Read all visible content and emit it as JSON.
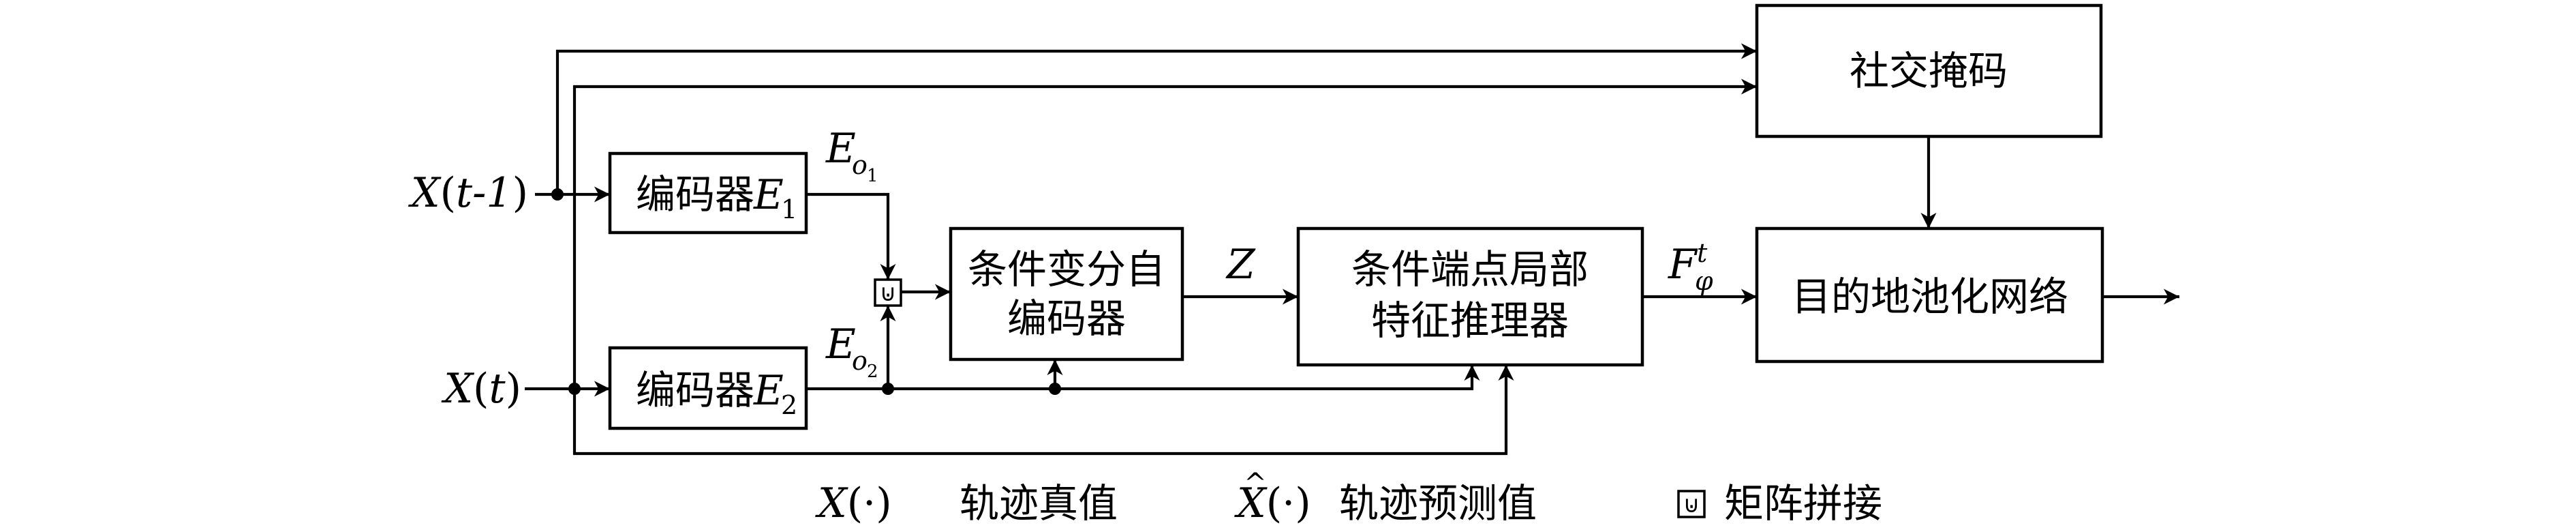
{
  "inputs": {
    "prev": {
      "func": "X",
      "open": "(",
      "arg": "t-1",
      "close": ")"
    },
    "curr": {
      "func": "X",
      "open": "(",
      "arg": "t",
      "close": ")"
    }
  },
  "blocks": {
    "encoder1": {
      "label": "编码器",
      "sym": "E",
      "sub": "1"
    },
    "encoder2": {
      "label": "编码器",
      "sym": "E",
      "sub": "2"
    },
    "cvae": {
      "line1": "条件变分自",
      "line2": "编码器"
    },
    "endpoint": {
      "line1": "条件端点局部",
      "line2": "特征推理器"
    },
    "social_mask": {
      "label": "社交掩码"
    },
    "pooling": {
      "label": "目的地池化网络"
    }
  },
  "signals": {
    "eo1": {
      "sym": "E",
      "sub": "o",
      "subsub": "1"
    },
    "eo2": {
      "sym": "E",
      "sub": "o",
      "subsub": "2"
    },
    "z": {
      "sym": "Z"
    },
    "f": {
      "sym": "F",
      "sup": "t",
      "sub": "φ"
    }
  },
  "concat_symbol": "⊍",
  "legend": {
    "gt": {
      "func": "X",
      "args": "(·)",
      "text": "轨迹真值"
    },
    "pred": {
      "func": "X",
      "hat": "^",
      "args": "(·)",
      "text": "轨迹预测值"
    },
    "concat": {
      "symbol": "⊍",
      "text": "矩阵拼接"
    }
  }
}
